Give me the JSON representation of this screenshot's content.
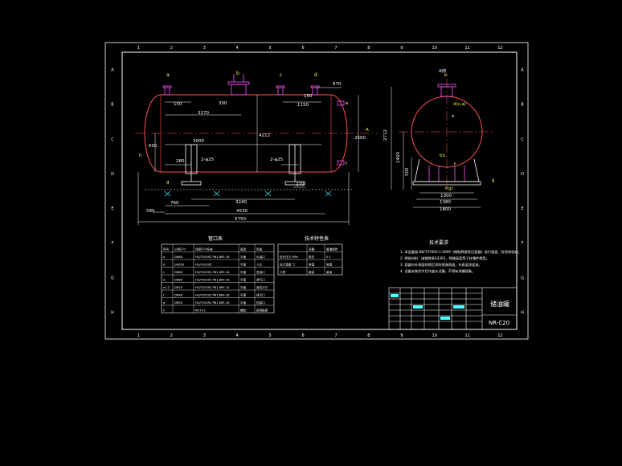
{
  "sheet": {
    "grid_numbers": [
      "1",
      "2",
      "3",
      "4",
      "5",
      "6",
      "7",
      "8",
      "9",
      "10",
      "11",
      "12"
    ],
    "grid_letters": [
      "A",
      "B",
      "C",
      "D",
      "E",
      "F",
      "G",
      "H"
    ]
  },
  "front_view": {
    "nozzle_marks": [
      "a",
      "b",
      "c",
      "d"
    ],
    "dims": {
      "d150_left": "150",
      "d300": "300",
      "d3270": "3270",
      "d1150": "1150",
      "d150_right": "150",
      "d670": "670",
      "d4212": "4212",
      "d2500": "2500",
      "d600": "600",
      "d3000": "3000",
      "d280": "280",
      "d2_hole_left": "2-φ25",
      "d2_hole_right": "2-φ25",
      "d760": "760",
      "d3240": "3240",
      "d270": "270",
      "d585": "585",
      "d4530": "4530",
      "d5750": "5750"
    },
    "marks": [
      "e",
      "f",
      "g",
      "h",
      "A"
    ]
  },
  "side_view": {
    "title": "A向",
    "labels": [
      "b",
      "d(c,a)",
      "e",
      "f",
      "b1",
      "g",
      "f(g)"
    ],
    "dims": [
      "2712",
      "1400",
      "500",
      "1300",
      "1380",
      "1800"
    ]
  },
  "nozzle_table": {
    "title": "管口表",
    "headers": [
      "符号",
      "公称尺寸",
      "连接尺寸标准",
      "面型",
      "用途"
    ],
    "rows": [
      [
        "a",
        "DN80",
        "HG/T20592 PN1.6RF-16",
        "平面",
        "出油口"
      ],
      [
        "b",
        "DN500",
        "HG/T20595",
        "平面",
        "人孔"
      ],
      [
        "c",
        "DN80",
        "HG/T20592 PN1.6RF-16",
        "平面",
        "进油口"
      ],
      [
        "d",
        "DN80",
        "HG/T20592 PN1.6RF-16",
        "平面",
        "透气口"
      ],
      [
        "e1-2",
        "DN25",
        "HG/T20592 PN1.6RF-10",
        "平面",
        "液位计口"
      ],
      [
        "f",
        "DN40",
        "HG/T20592 PN1.6RF-16",
        "平面",
        "排污口"
      ],
      [
        "g",
        "DN50",
        "HG/T20592 PN1.6RF-16",
        "平面",
        "回油口"
      ],
      [
        "h",
        "",
        "M27×2",
        "螺纹",
        "接地板座"
      ]
    ]
  },
  "spec_table": {
    "title": "技术特性表",
    "headers": [
      "",
      "容器",
      "管道组件"
    ],
    "rows": [
      [
        "设计压力 MPa",
        "常压",
        "0.1"
      ],
      [
        "设计温度 ℃",
        "常温",
        "常温"
      ],
      [
        "介质",
        "柴油",
        "柴油"
      ]
    ]
  },
  "tech_notes": {
    "title": "技术要求",
    "items": [
      "1. 本设备按 NB/T47003.1-2009《钢制焊接常压容器》进行制造、检验和验收。",
      "2. 焊接材料：碳钢焊条E4303，焊缝高度等于较薄件厚度。",
      "3. 容器内外表面除锈后涂防锈漆两道，外表面涂面漆。",
      "4. 设备安装完毕后作盛水试漏，不得有渗漏现象。"
    ]
  },
  "title_block": {
    "drawing_name": "储油罐",
    "drawing_no": "NR-C20"
  },
  "colors": {
    "frame": "#ffffff",
    "vessel": "#ff5050",
    "nozzle": "#ff50ff",
    "dimension": "#ffffff",
    "annotation": "#ffff50",
    "hatch": "#50ffff",
    "background": "#000000"
  }
}
